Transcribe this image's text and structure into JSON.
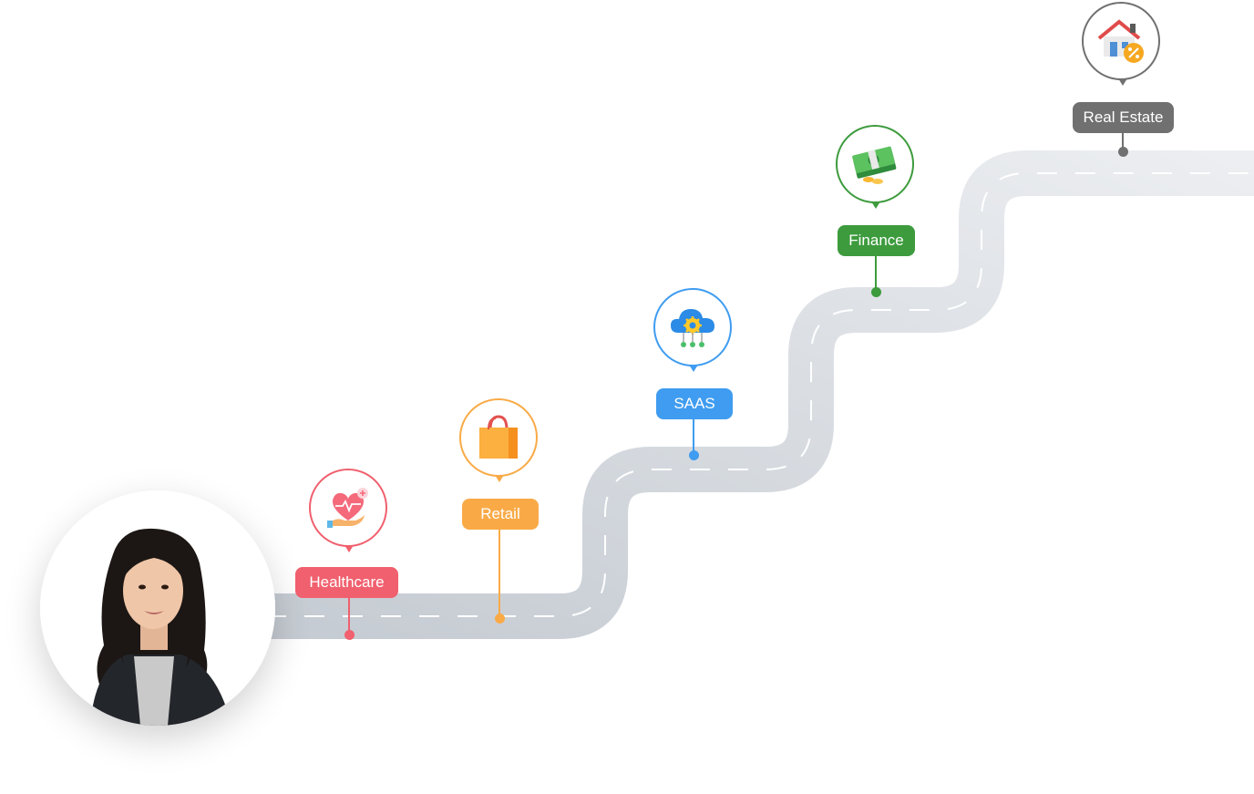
{
  "roadmap": {
    "stages": [
      {
        "label": "Healthcare",
        "icon": "heart-care-icon",
        "color": "#f0606e"
      },
      {
        "label": "Retail",
        "icon": "shopping-bag-icon",
        "color": "#f9aa47"
      },
      {
        "label": "SAAS",
        "icon": "cloud-gear-icon",
        "color": "#3f9cf0"
      },
      {
        "label": "Finance",
        "icon": "money-stack-icon",
        "color": "#3d9b3d"
      },
      {
        "label": "Real Estate",
        "icon": "house-percent-icon",
        "color": "#707070"
      }
    ],
    "road_color": "#dfe2e6",
    "lane_marking_color": "#ffffff"
  },
  "person": {
    "avatar": "woman-portrait-icon"
  }
}
